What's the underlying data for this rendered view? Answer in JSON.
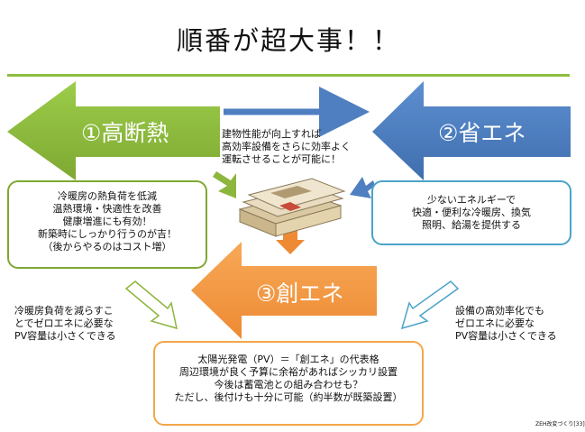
{
  "title": "順番が超大事！！",
  "arrows": {
    "insulation": "①高断熱",
    "energy_saving": "②省エネ",
    "energy_creation": "③創エネ"
  },
  "center_note": [
    "建物性能が向上すれば",
    "高効率設備をさらに効率よく",
    "運転させることが可能に！"
  ],
  "boxes": {
    "insulation": [
      "冷暖房の熱負荷を低減",
      "温熱環境・快適性を改善",
      "健康増進にも有効！",
      "新築時にしっかり行うのが吉！",
      "（後からやるのはコスト増）"
    ],
    "energy_saving": [
      "少ないエネルギーで",
      "快適・便利な冷暖房、換気",
      "照明、給湯を提供する"
    ],
    "energy_creation": [
      "太陽光発電（PV）＝「創エネ」の代表格",
      "周辺環境が良く予算に余裕があればシッカリ設置",
      "今後は蓄電池との組み合わせも？",
      "ただし、後付けも十分に可能（約半数が既築設置）"
    ]
  },
  "side_notes": {
    "left": [
      "冷暖房負荷を減らすこ",
      "とでゼロエネに必要な",
      "PV容量は小さくできる"
    ],
    "right": [
      "設備の高効率化でも",
      "ゼロエネに必要な",
      "PV容量は小さくできる"
    ]
  },
  "footer": "ZEH改変づくり[33]",
  "colors": {
    "green": "#8cb63c",
    "blue": "#4f7fc0",
    "orange": "#f39a45",
    "box_border_green": "#7ea832",
    "box_border_blue": "#4aa3c8",
    "box_border_orange": "#f3a64a"
  }
}
